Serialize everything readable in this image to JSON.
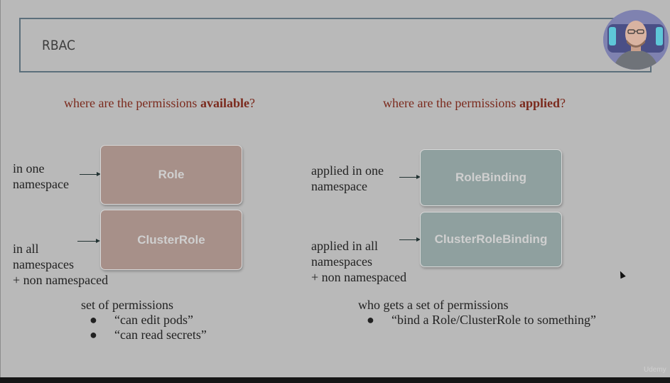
{
  "slide": {
    "title": "RBAC",
    "left": {
      "heading_pre": "where are the permissions ",
      "heading_bold": "available",
      "heading_post": "?",
      "label_one_1": "in one",
      "label_one_2": "namespace",
      "label_all_1": "in all",
      "label_all_2": "namespaces",
      "label_all_3": "+ non namespaced",
      "box_role": "Role",
      "box_clusterrole": "ClusterRole",
      "summary": "set of permissions",
      "bullet": "●",
      "items": [
        "“can edit pods”",
        "“can read secrets”"
      ]
    },
    "right": {
      "heading_pre": "where are the permissions ",
      "heading_bold": "applied",
      "heading_post": "?",
      "label_one_1": "applied in one",
      "label_one_2": "namespace",
      "label_all_1": "applied in all",
      "label_all_2": "namespaces",
      "label_all_3": "+ non namespaced",
      "box_rolebinding": "RoleBinding",
      "box_clusterrolebinding": "ClusterRoleBinding",
      "summary": "who gets a set of permissions",
      "bullet": "●",
      "items": [
        "“bind a Role/ClusterRole to something”"
      ]
    },
    "watermark": "Udemy"
  },
  "colors": {
    "background": "#b9b9b9",
    "heading": "#7b2a1d",
    "role_box": "#a79089",
    "binding_box": "#8fa09f",
    "title_border": "#5c6f7b"
  }
}
